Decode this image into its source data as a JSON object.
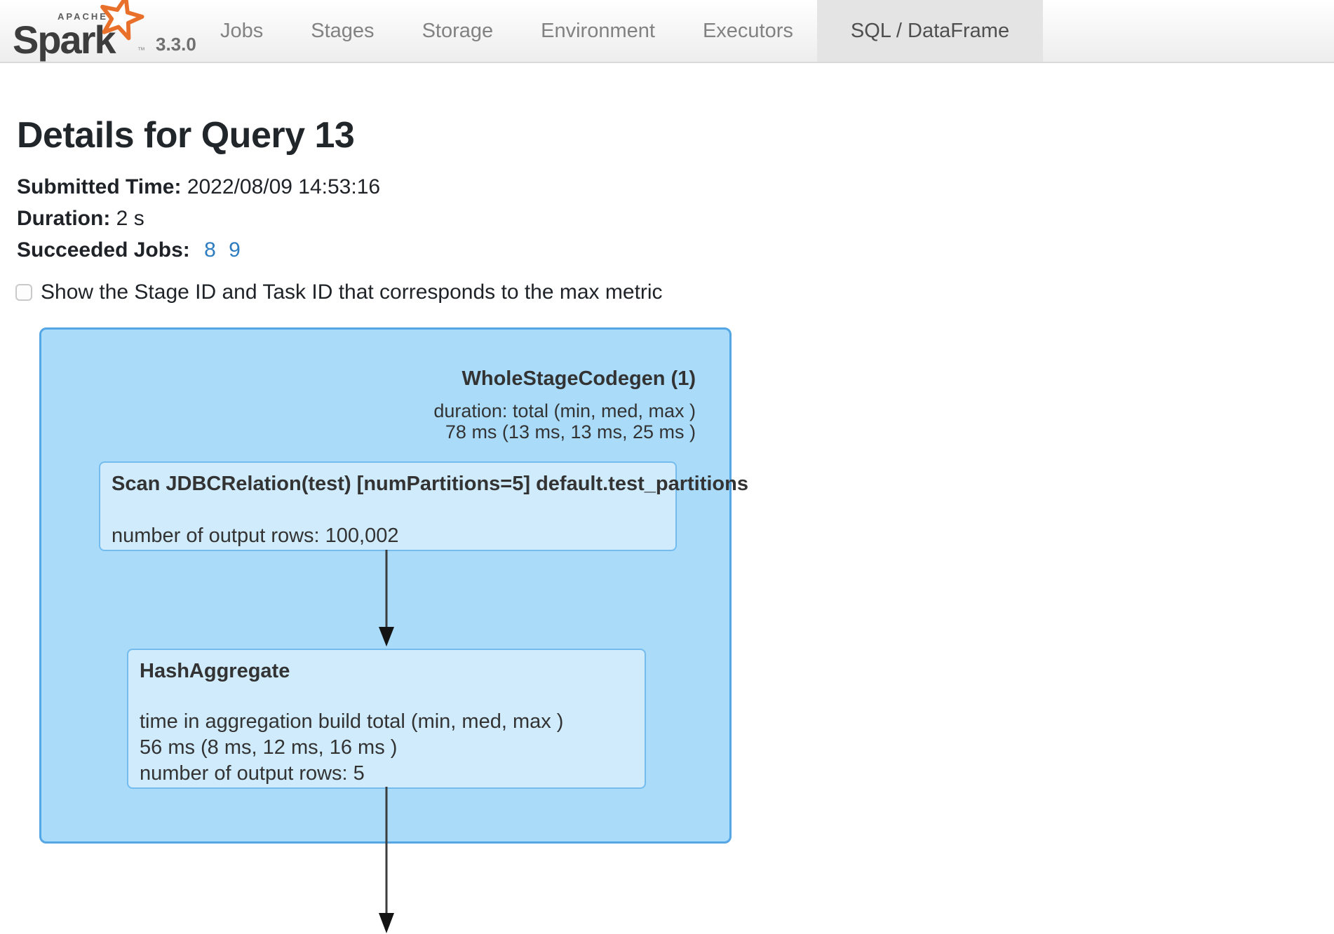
{
  "navbar": {
    "logo": {
      "apache": "APACHE",
      "name": "Spark",
      "trademark": "™",
      "version": "3.3.0"
    },
    "tabs": [
      {
        "label": "Jobs",
        "active": false
      },
      {
        "label": "Stages",
        "active": false
      },
      {
        "label": "Storage",
        "active": false
      },
      {
        "label": "Environment",
        "active": false
      },
      {
        "label": "Executors",
        "active": false
      },
      {
        "label": "SQL / DataFrame",
        "active": true
      }
    ]
  },
  "page": {
    "title": "Details for Query 13",
    "submitted_time_label": "Submitted Time:",
    "submitted_time": "2022/08/09 14:53:16",
    "duration_label": "Duration:",
    "duration": "2 s",
    "succeeded_jobs_label": "Succeeded Jobs:",
    "succeeded_jobs": [
      "8",
      "9"
    ],
    "checkbox_label": "Show the Stage ID and Task ID that corresponds to the max metric",
    "checkbox_checked": false
  },
  "plan": {
    "cluster": {
      "name": "WholeStageCodegen (1)",
      "metrics": [
        "duration: total (min, med, max )",
        "78 ms (13 ms, 13 ms, 25 ms )"
      ]
    },
    "nodes": [
      {
        "name": "Scan JDBCRelation(test) [numPartitions=5] default.test_partitions",
        "metrics": [
          "number of output rows: 100,002"
        ]
      },
      {
        "name": "HashAggregate",
        "metrics": [
          "time in aggregation build total (min, med, max )",
          "56 ms (8 ms, 12 ms, 16 ms )",
          "number of output rows: 5"
        ]
      }
    ]
  },
  "colors": {
    "cluster_fill": "#aadcfa",
    "cluster_border": "#55a6e4",
    "node_fill": "#cfebfc",
    "node_border": "#74bbee",
    "link_blue": "#2e7dc0",
    "active_tab_bg": "#e4e4e4",
    "spark_logo_orange": "#e8702a",
    "text_dark": "#333333"
  }
}
